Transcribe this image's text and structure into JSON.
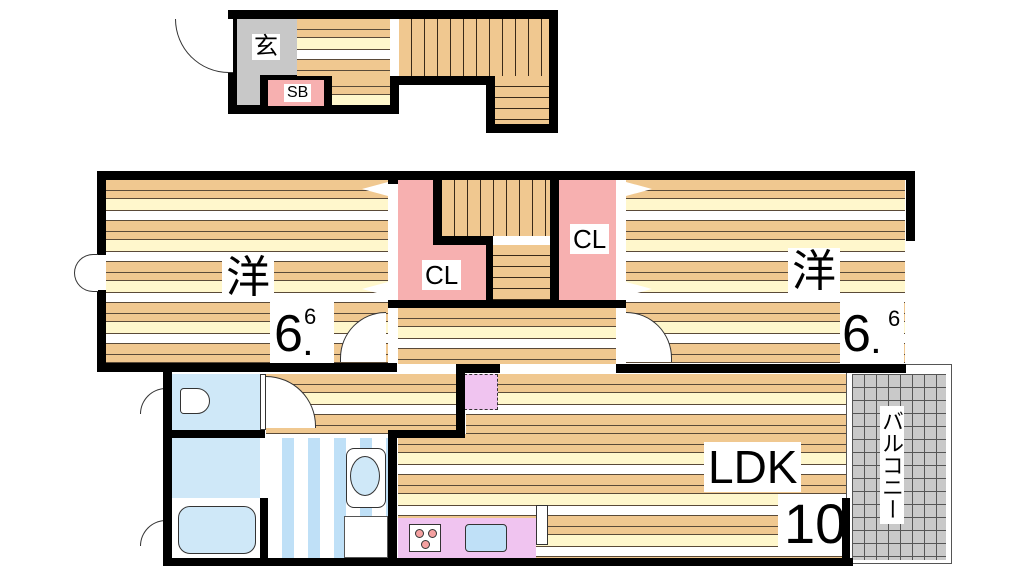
{
  "floor_plan": {
    "upper_section": {
      "entrance_label": "玄",
      "shoe_box_label": "SB"
    },
    "rooms": {
      "western_room_left": {
        "label": "洋",
        "size_main": "6",
        "size_decimal": "6",
        "size_sep": "."
      },
      "western_room_right": {
        "label": "洋",
        "size_main": "6",
        "size_decimal": "6",
        "size_sep": "."
      },
      "closet_left": {
        "label": "CL"
      },
      "closet_right": {
        "label": "CL"
      },
      "ldk": {
        "label": "LDK",
        "size": "10"
      },
      "balcony": {
        "label": "バルコニー"
      }
    },
    "colors": {
      "wall": "#000000",
      "floor_wood": "#f0c890",
      "floor_light": "#fff7cc",
      "closet": "#f7b0b0",
      "bath": "#cfe8f8",
      "kitchen": "#f0c4f0",
      "entrance": "#c8c8c8",
      "balcony": "#c9c9c9"
    }
  }
}
